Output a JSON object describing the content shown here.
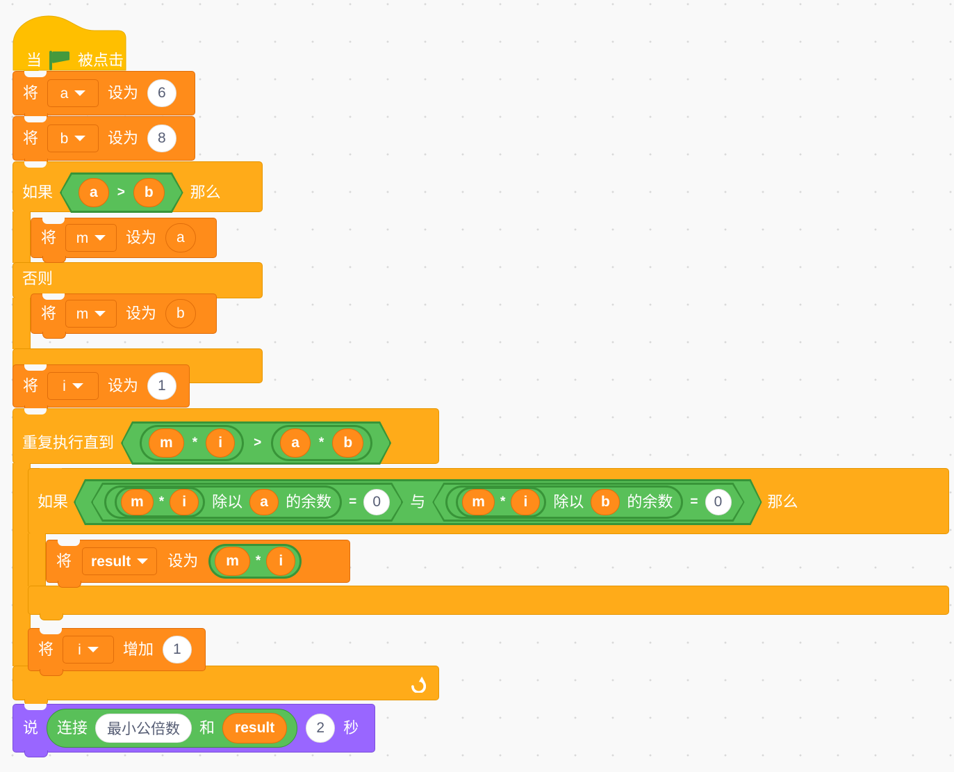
{
  "app": {
    "title": "Scratch Block Script Canvas",
    "language": "zh-CN"
  },
  "colors": {
    "event_hat": "#ffbf00",
    "control": "#ffab19",
    "data_variable": "#ff8c1a",
    "operator": "#59c059",
    "operator_border": "#389438",
    "looks": "#9966ff",
    "canvas_background": "#f9f9f9",
    "grid_dot": "#d9d9d9",
    "field_text": "#575e75"
  },
  "script": {
    "hat": {
      "prefix": "当",
      "icon": "green-flag-icon",
      "suffix": "被点击"
    },
    "set_a": {
      "keyword": "将",
      "variable": "a",
      "verb": "设为",
      "value": "6"
    },
    "set_b": {
      "keyword": "将",
      "variable": "b",
      "verb": "设为",
      "value": "8"
    },
    "if_else": {
      "if_label": "如果",
      "then_label": "那么",
      "else_label": "否则",
      "condition": {
        "left": "a",
        "operator": ">",
        "right": "b"
      },
      "then_body": {
        "keyword": "将",
        "variable": "m",
        "verb": "设为",
        "value": "a"
      },
      "else_body": {
        "keyword": "将",
        "variable": "m",
        "verb": "设为",
        "value": "b"
      }
    },
    "set_i": {
      "keyword": "将",
      "variable": "i",
      "verb": "设为",
      "value": "1"
    },
    "repeat_until": {
      "label": "重复执行直到",
      "loop_icon": "loop-arrow-icon",
      "condition": {
        "left": {
          "a": "m",
          "op": "*",
          "b": "i"
        },
        "operator": ">",
        "right": {
          "a": "a",
          "op": "*",
          "b": "b"
        }
      },
      "inner_if": {
        "if_label": "如果",
        "then_label": "那么",
        "and_label": "与",
        "left_test": {
          "mod_dividend": {
            "a": "m",
            "op": "*",
            "b": "i"
          },
          "mod_label_1": "除以",
          "divisor": "a",
          "mod_label_2": "的余数",
          "equals": "=",
          "compare_value": "0"
        },
        "right_test": {
          "mod_dividend": {
            "a": "m",
            "op": "*",
            "b": "i"
          },
          "mod_label_1": "除以",
          "divisor": "b",
          "mod_label_2": "的余数",
          "equals": "=",
          "compare_value": "0"
        },
        "body": {
          "keyword": "将",
          "variable": "result",
          "verb": "设为",
          "product": {
            "a": "m",
            "op": "*",
            "b": "i"
          }
        }
      },
      "change_i": {
        "keyword": "将",
        "variable": "i",
        "verb": "增加",
        "value": "1"
      }
    },
    "say": {
      "verb": "说",
      "join_label": "连接",
      "text_value": "最小公倍数",
      "and_label": "和",
      "variable": "result",
      "seconds": "2",
      "seconds_label": "秒"
    }
  }
}
